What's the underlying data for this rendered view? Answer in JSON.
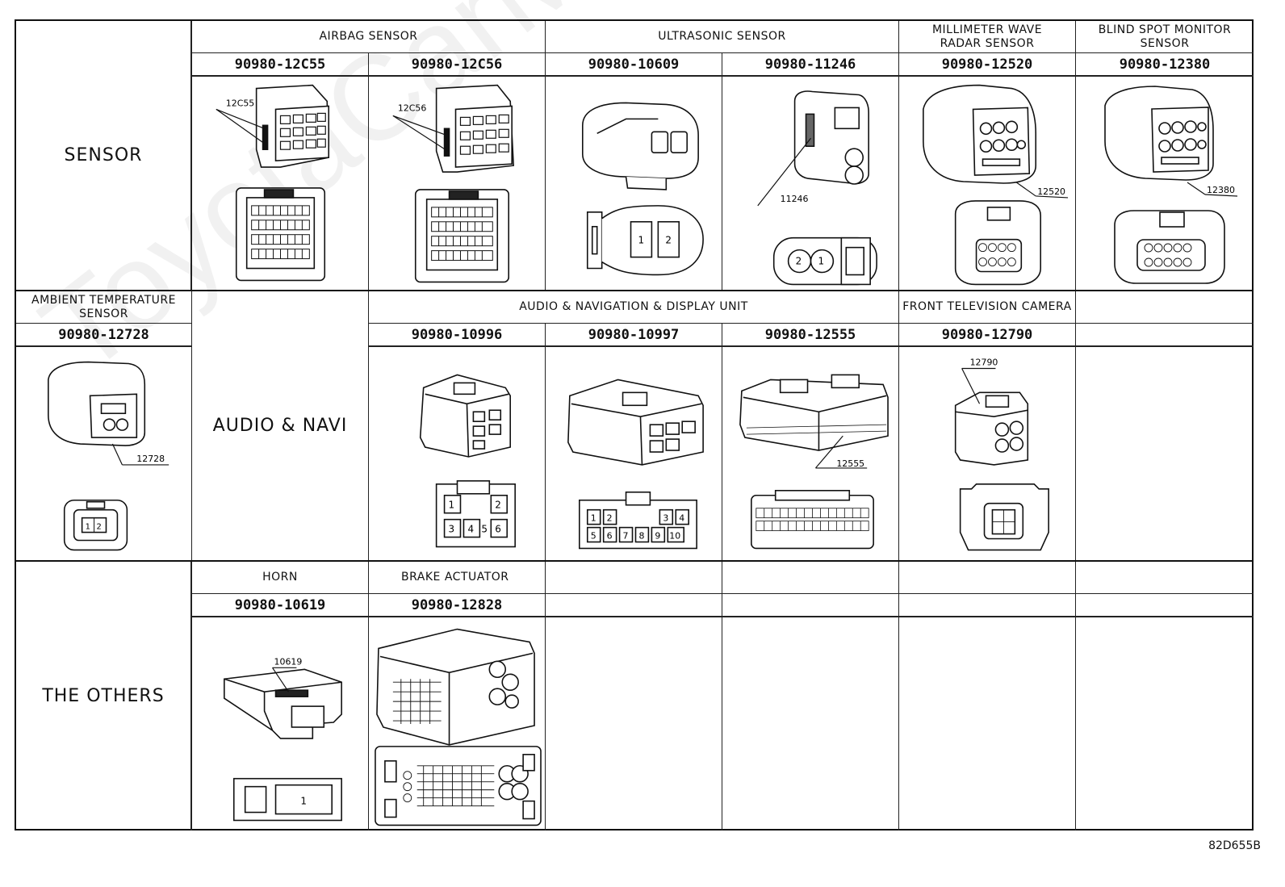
{
  "categories": {
    "sensor": "SENSOR",
    "audio": "AUDIO & NAVI",
    "others": "THE OTHERS"
  },
  "groups": {
    "airbag": "AIRBAG SENSOR",
    "ultrasonic": "ULTRASONIC SENSOR",
    "mmwave": "MILLIMETER WAVE RADAR SENSOR",
    "blindspot": "BLIND SPOT MONITOR SENSOR",
    "ambient": "AMBIENT TEMPERATURE SENSOR",
    "audionav": "AUDIO & NAVIGATION & DISPLAY UNIT",
    "frontcam": "FRONT TELEVISION CAMERA",
    "horn": "HORN",
    "brake": "BRAKE ACTUATOR"
  },
  "parts": {
    "p12c55": "90980-12C55",
    "p12c56": "90980-12C56",
    "p10609": "90980-10609",
    "p11246": "90980-11246",
    "p12520": "90980-12520",
    "p12380": "90980-12380",
    "p12728": "90980-12728",
    "p10996": "90980-10996",
    "p10997": "90980-10997",
    "p12555": "90980-12555",
    "p12790": "90980-12790",
    "p10619": "90980-10619",
    "p12828": "90980-12828"
  },
  "callouts": {
    "c12c55": "12C55",
    "c12c56": "12C56",
    "c11246": "11246",
    "c12520": "12520",
    "c12380": "12380",
    "c12728": "12728",
    "c12555": "12555",
    "c12790": "12790",
    "c10619": "10619"
  },
  "pins": {
    "p10609": [
      "1",
      "2"
    ],
    "p11246": [
      "2",
      "1"
    ],
    "p12728": [
      "1",
      "2"
    ],
    "p10996": [
      "1",
      "2",
      "3",
      "4",
      "5",
      "6"
    ],
    "p10997": [
      "1",
      "2",
      "3",
      "4",
      "5",
      "6",
      "7",
      "8",
      "9",
      "10"
    ],
    "p10619": [
      "1"
    ]
  },
  "footer_code": "82D655B",
  "watermark": "ToyotaCarMine.ru"
}
